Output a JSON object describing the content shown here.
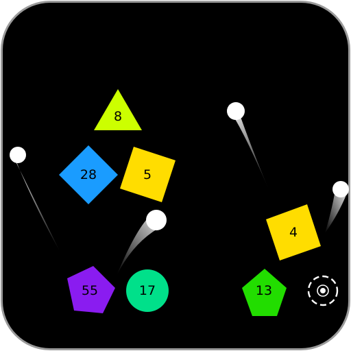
{
  "colors": {
    "frame": "#9a9a9a",
    "board": "#000000",
    "triangle": "#ccff00",
    "diamond_blue": "#1a9cff",
    "square_yellow": "#ffdd00",
    "pentagon_purple": "#8a1cf0",
    "circle_teal": "#00e08a",
    "pentagon_green": "#22dd00",
    "ball": "#ffffff"
  },
  "blocks": {
    "triangle": {
      "value": "8"
    },
    "blue_diamond": {
      "value": "28"
    },
    "yellow_square_left": {
      "value": "5"
    },
    "purple_pentagon": {
      "value": "55"
    },
    "teal_circle": {
      "value": "17"
    },
    "yellow_square_right": {
      "value": "4"
    },
    "green_pentagon": {
      "value": "13"
    }
  },
  "controls": {
    "aim_icon": "crosshair-icon"
  }
}
